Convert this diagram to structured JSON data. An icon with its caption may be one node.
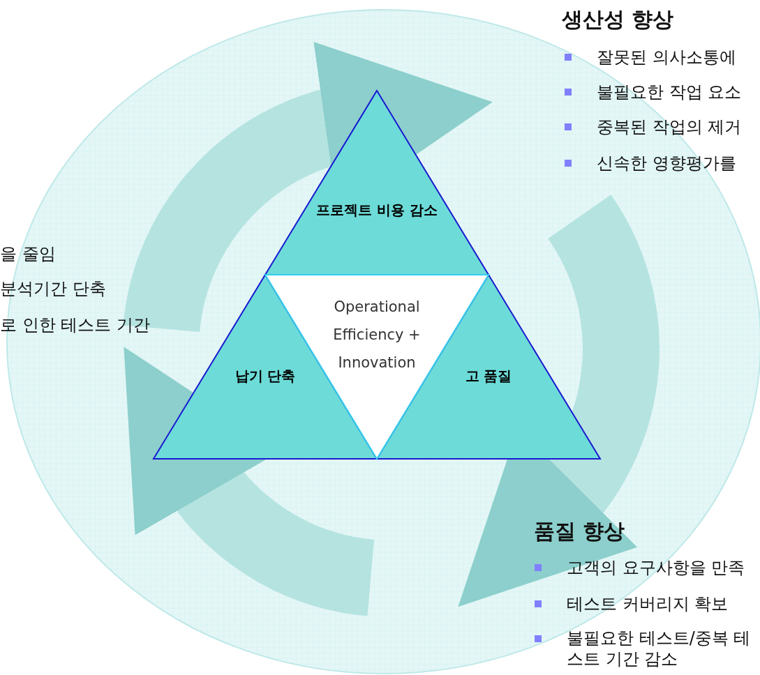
{
  "diagram": {
    "nodes": [
      {
        "text": [
          "프로젝트 비용 감소"
        ]
      },
      {
        "text": [
          "Operational Efficiency + Innovation"
        ]
      },
      {
        "text": [
          "납기 단축"
        ]
      },
      {
        "text": [
          "고 품질"
        ]
      }
    ],
    "labels": [
      "생산성 향상",
      "잘못된 의사소통에",
      "불필요한 작업 요소",
      "중복된 작업의 제거",
      "신속한 영향평가를",
      "을 줄임",
      "분석기간 단축",
      "로 인한 테스트 기간",
      "품질 향상",
      "고객의 요구사항을 만족",
      "테스트 커버리지 확보",
      "불필요한 테스트/중복 테스트 기간 감소"
    ]
  }
}
